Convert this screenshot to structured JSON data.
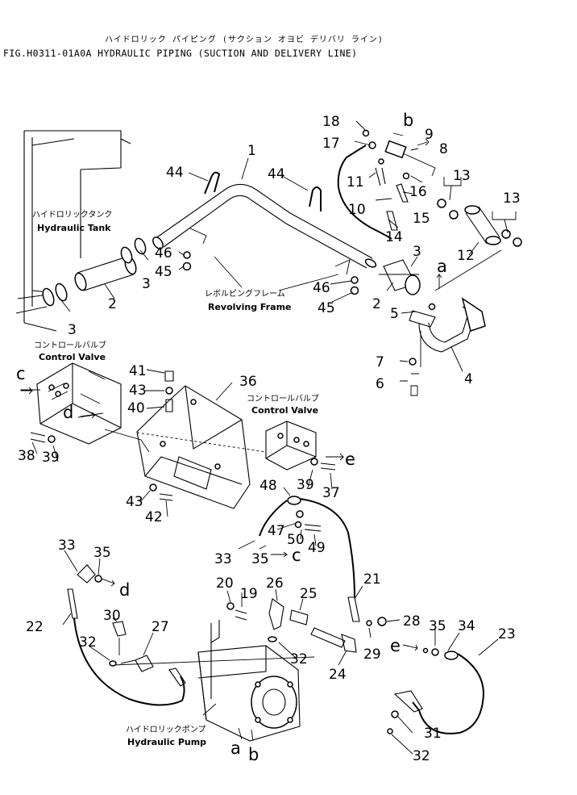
{
  "header": {
    "title_jp": "ハイドロリック パイピング (サクション オヨビ デリバリ ライン)",
    "title_en": "FIG.H0311-01A0A HYDRAULIC PIPING (SUCTION AND DELIVERY LINE)"
  },
  "labels": {
    "hydraulic_tank": {
      "jp": "ハイドロリックタンク",
      "en": "Hydraulic Tank"
    },
    "revolving_frame": {
      "jp": "レボルビングフレーム",
      "en": "Revolving Frame"
    },
    "control_valve_left": {
      "jp": "コントロールバルブ",
      "en": "Control Valve"
    },
    "control_valve_right": {
      "jp": "コントロールバルブ",
      "en": "Control Valve"
    },
    "hydraulic_pump": {
      "jp": "ハイドロリックポンプ",
      "en": "Hydraulic Pump"
    }
  },
  "part_numbers": [
    "1",
    "2",
    "2",
    "3",
    "3",
    "3",
    "4",
    "5",
    "6",
    "7",
    "8",
    "9",
    "10",
    "11",
    "12",
    "13",
    "13",
    "14",
    "15",
    "16",
    "17",
    "18",
    "19",
    "20",
    "21",
    "22",
    "23",
    "24",
    "25",
    "26",
    "27",
    "28",
    "29",
    "30",
    "31",
    "32",
    "32",
    "32",
    "33",
    "33",
    "34",
    "35",
    "35",
    "35",
    "36",
    "37",
    "38",
    "39",
    "39",
    "40",
    "41",
    "42",
    "43",
    "43",
    "44",
    "44",
    "45",
    "45",
    "46",
    "46",
    "47",
    "48",
    "49",
    "50"
  ],
  "connection_letters": [
    "a",
    "a",
    "b",
    "b",
    "c",
    "c",
    "d",
    "d",
    "e",
    "e"
  ]
}
